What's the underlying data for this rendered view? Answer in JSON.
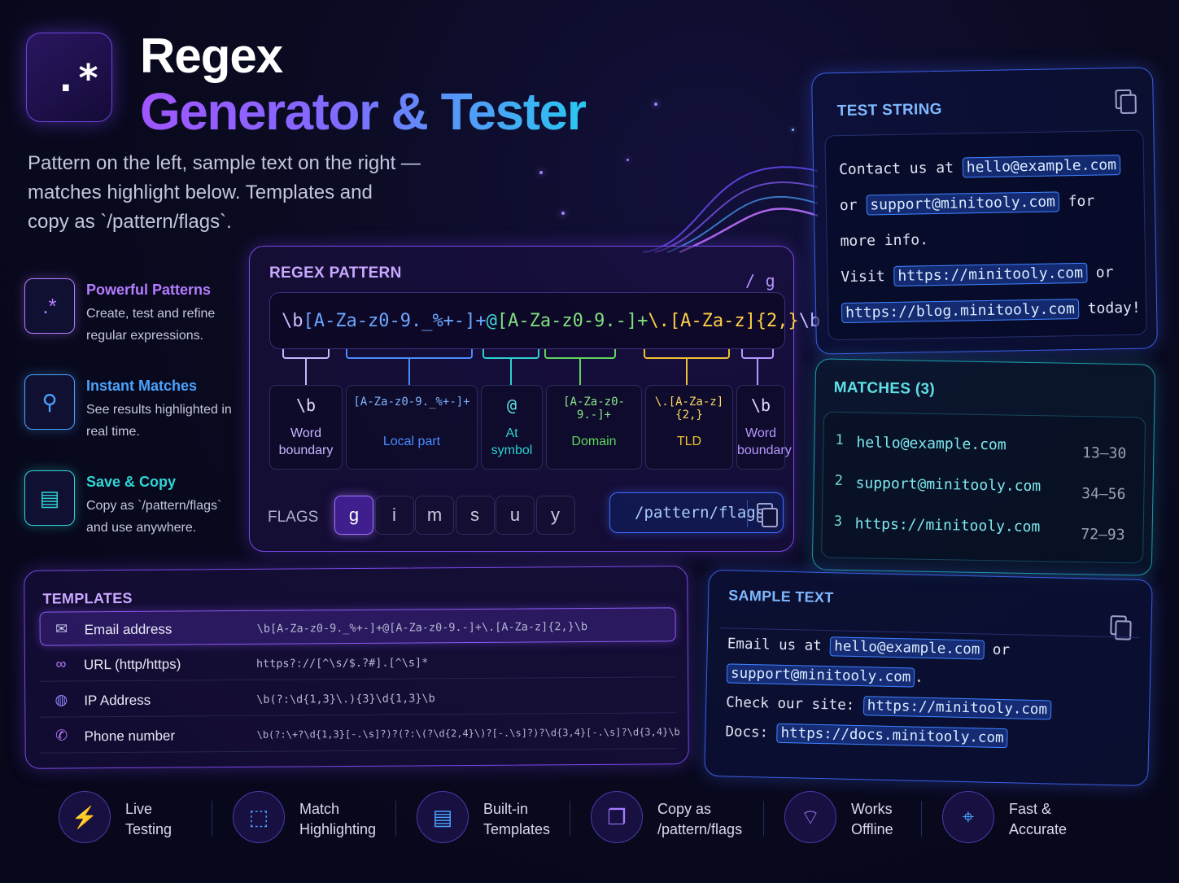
{
  "app": {
    "logo_glyph": ".*",
    "title_line1": "Regex",
    "title_line2": "Generator & Tester",
    "subtitle_lines": [
      "Pattern on the left, sample text on the right —",
      "matches highlight below. Templates and",
      "copy as `/pattern/flags`."
    ]
  },
  "features": [
    {
      "icon": "regex-icon",
      "glyph": ".*",
      "title": "Powerful Patterns",
      "desc": "Create, test and refine regular expressions.",
      "color": "#b57cff"
    },
    {
      "icon": "search-icon",
      "glyph": "⚲",
      "title": "Instant Matches",
      "desc": "See results highlighted in real time.",
      "color": "#4aa3ff"
    },
    {
      "icon": "document-icon",
      "glyph": "▤",
      "title": "Save & Copy",
      "desc": "Copy as `/pattern/flags` and use anywhere.",
      "color": "#2fd5d5"
    }
  ],
  "regex_panel": {
    "title": "REGEX PATTERN",
    "flag_suffix": "/ g",
    "pattern_parts": [
      {
        "text": "\\b",
        "color": "#cbbcff"
      },
      {
        "text": "[A-Za-z0-9._%+-]+",
        "color": "#6aa8ff"
      },
      {
        "text": "@",
        "color": "#3ed5d5"
      },
      {
        "text": "[A-Za-z0-9.-]+",
        "color": "#7ee07e"
      },
      {
        "text": "\\.[A-Za-z]{2,}",
        "color": "#ffcf47"
      },
      {
        "text": "\\b",
        "color": "#cbbcff"
      }
    ],
    "segments": [
      {
        "code": "\\b",
        "label1": "Word",
        "label2": "boundary",
        "color": "#c7b6ff",
        "code_color": "#e0d6ff"
      },
      {
        "code": "[A-Za-z0-9._%+-]+",
        "label1": "Local part",
        "label2": "",
        "color": "#4b8cff",
        "code_color": "#7fb4ff"
      },
      {
        "code": "@",
        "label1": "At",
        "label2": "symbol",
        "color": "#2fd0d0",
        "code_color": "#5fe6e6"
      },
      {
        "code": "[A-Za-z0-9.-]+",
        "label1": "Domain",
        "label2": "",
        "color": "#5fd65f",
        "code_color": "#8be88b"
      },
      {
        "code": "\\.[A-Za-z]{2,}",
        "label1": "TLD",
        "label2": "",
        "color": "#f2c230",
        "code_color": "#ffd966"
      },
      {
        "code": "\\b",
        "label1": "Word",
        "label2": "boundary",
        "color": "#b698ff",
        "code_color": "#e0d6ff"
      }
    ],
    "flags_label": "FLAGS",
    "flags": [
      {
        "key": "g",
        "active": true
      },
      {
        "key": "i",
        "active": false
      },
      {
        "key": "m",
        "active": false
      },
      {
        "key": "s",
        "active": false
      },
      {
        "key": "u",
        "active": false
      },
      {
        "key": "y",
        "active": false
      }
    ],
    "copy_label": "/pattern/flags"
  },
  "test_string": {
    "title": "TEST STRING",
    "lines": [
      [
        {
          "t": "Contact us at "
        },
        {
          "t": "hello@example.com",
          "hl": true
        }
      ],
      [
        {
          "t": "or "
        },
        {
          "t": "support@minitooly.com",
          "hl": true
        },
        {
          "t": " for"
        }
      ],
      [
        {
          "t": "more info."
        }
      ],
      [
        {
          "t": "Visit "
        },
        {
          "t": "https://minitooly.com",
          "hl": true
        },
        {
          "t": " or"
        }
      ],
      [
        {
          "t": "https://blog.minitooly.com",
          "hl": true
        },
        {
          "t": " today!"
        }
      ]
    ]
  },
  "matches": {
    "title": "MATCHES (3)",
    "items": [
      {
        "n": "1",
        "text": "hello@example.com",
        "range": "13–30"
      },
      {
        "n": "2",
        "text": "support@minitooly.com",
        "range": "34–56"
      },
      {
        "n": "3",
        "text": "https://minitooly.com",
        "range": "72–93"
      }
    ]
  },
  "templates": {
    "title": "TEMPLATES",
    "items": [
      {
        "icon": "envelope-icon",
        "glyph": "✉",
        "name": "Email address",
        "pattern": "\\b[A-Za-z0-9._%+-]+@[A-Za-z0-9.-]+\\.[A-Za-z]{2,}\\b",
        "selected": true,
        "color": "#c9c6ef"
      },
      {
        "icon": "link-icon",
        "glyph": "∞",
        "name": "URL (http/https)",
        "pattern": "https?://[^\\s/$.?#].[^\\s]*",
        "selected": false,
        "color": "#b87bff"
      },
      {
        "icon": "globe-icon",
        "glyph": "◍",
        "name": "IP Address",
        "pattern": "\\b(?:\\d{1,3}\\.){3}\\d{1,3}\\b",
        "selected": false,
        "color": "#8f86ff"
      },
      {
        "icon": "phone-icon",
        "glyph": "✆",
        "name": "Phone number",
        "pattern": "\\b(?:\\+?\\d{1,3}[-.\\s]?)?(?:\\(?\\d{2,4}\\)?[-.\\s]?)?\\d{3,4}[-.\\s]?\\d{3,4}\\b",
        "selected": false,
        "color": "#b87bff"
      }
    ]
  },
  "sample_text": {
    "title": "SAMPLE TEXT",
    "lines": [
      [
        {
          "t": "Email us at "
        },
        {
          "t": "hello@example.com",
          "hl": true
        },
        {
          "t": " or"
        }
      ],
      [
        {
          "t": "support@minitooly.com",
          "hl": true
        },
        {
          "t": "."
        }
      ],
      [
        {
          "t": "Check our site: "
        },
        {
          "t": "https://minitooly.com",
          "hl": true
        }
      ],
      [
        {
          "t": "Docs: "
        },
        {
          "t": "https://docs.minitooly.com",
          "hl": true
        }
      ]
    ]
  },
  "bottom_features": [
    {
      "icon": "lightning-icon",
      "glyph": "⚡",
      "label1": "Live",
      "label2": "Testing",
      "color": "#a77bff"
    },
    {
      "icon": "selection-icon",
      "glyph": "⬚",
      "label1": "Match",
      "label2": "Highlighting",
      "color": "#4aa3ff"
    },
    {
      "icon": "document-icon",
      "glyph": "▤",
      "label1": "Built-in",
      "label2": "Templates",
      "color": "#4aa3ff"
    },
    {
      "icon": "copy-icon",
      "glyph": "❐",
      "label1": "Copy as",
      "label2": "/pattern/flags",
      "color": "#a77bff"
    },
    {
      "icon": "wifi-off-icon",
      "glyph": "⌔",
      "label1": "Works",
      "label2": "Offline",
      "color": "#a77bff"
    },
    {
      "icon": "crosshair-icon",
      "glyph": "⌖",
      "label1": "Fast &",
      "label2": "Accurate",
      "color": "#4aa3ff"
    }
  ]
}
